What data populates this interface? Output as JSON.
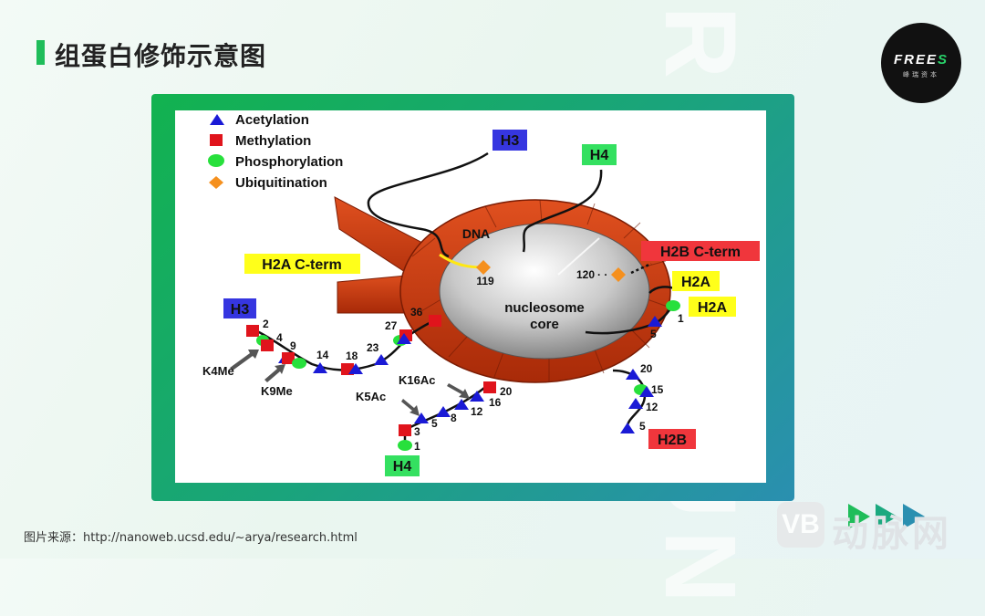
{
  "page": {
    "title": "组蛋白修饰示意图",
    "background_word": "FREES FUN"
  },
  "logo": {
    "name": "FREES",
    "sub": "峰瑞资本"
  },
  "source": "图片来源：http://nanoweb.ucsd.edu/~arya/research.html",
  "watermark": {
    "text": "动脉网",
    "mark": "VB"
  },
  "colors": {
    "accent": "#1fbd5a",
    "frame_start": "#12b24f",
    "frame_end": "#2a8fb0",
    "acetylation": "#1a1ad6",
    "methylation": "#e0141c",
    "phosphorylation": "#27e03c",
    "ubiquitination": "#f5901e",
    "dna": "#c63510"
  },
  "diagram": {
    "legend": [
      "Acetylation",
      "Methylation",
      "Phosphorylation",
      "Ubiquitination"
    ],
    "labels": {
      "dna": "DNA",
      "core_line1": "nucleosome",
      "core_line2": "core",
      "h3_top": "H3",
      "h4_top": "H4",
      "h2a_cterm": "H2A C-term",
      "h2b_cterm": "H2B C-term",
      "h2a_right1": "H2A",
      "h2a_right2": "H2A",
      "h3_left": "H3",
      "h4_bottom": "H4",
      "h2b_bottom": "H2B",
      "k4me": "K4Me",
      "k9me": "K9Me",
      "k5ac": "K5Ac",
      "k16ac": "K16Ac"
    },
    "residues": {
      "ub119": "119",
      "ub120": "120",
      "h3": [
        "2",
        "4",
        "9",
        "14",
        "18",
        "23",
        "27",
        "36"
      ],
      "h4": [
        "1",
        "3",
        "5",
        "8",
        "12",
        "16",
        "20"
      ],
      "h2a": [
        "1",
        "5"
      ],
      "h2b": [
        "20",
        "15",
        "12",
        "5"
      ]
    }
  }
}
